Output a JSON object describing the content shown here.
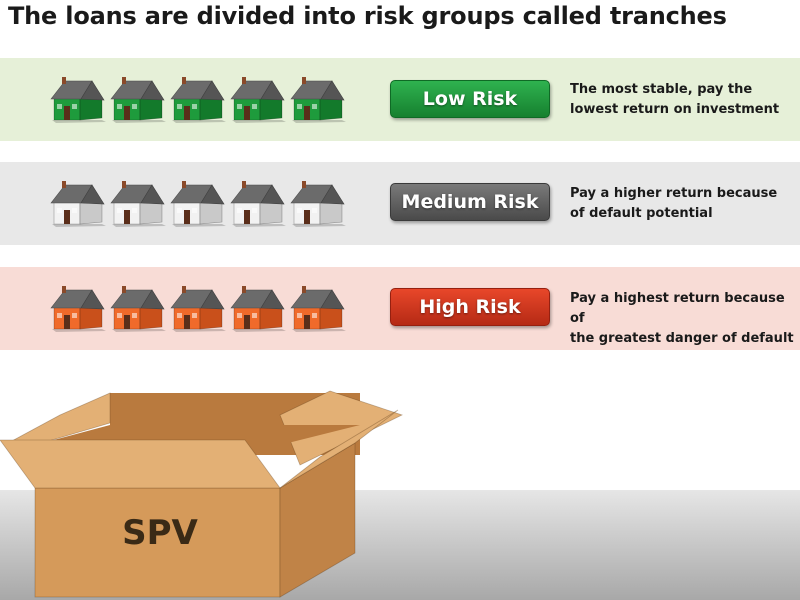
{
  "title": "The loans are divided into risk groups called tranches",
  "tranches": [
    {
      "label": "Low Risk",
      "description_line1": "The most stable, pay the",
      "description_line2": "lowest return on investment",
      "band_color": "#e6f0d8",
      "house_front": "#1e9b3c",
      "house_side": "#137a2b",
      "badge_top": "#2fb24f",
      "badge_bottom": "#16802f",
      "badge_border": "#0f6a25"
    },
    {
      "label": "Medium Risk",
      "description_line1": "Pay a higher return because",
      "description_line2": "of default potential",
      "band_color": "#e8e8e8",
      "house_front": "#f2f2f2",
      "house_side": "#c9c9c9",
      "badge_top": "#7a7a7a",
      "badge_bottom": "#4a4a4a",
      "badge_border": "#3a3a3a"
    },
    {
      "label": "High Risk",
      "description_line1": "Pay a highest return because of",
      "description_line2": "the greatest danger of default",
      "band_color": "#f8dcd6",
      "house_front": "#f06a2a",
      "house_side": "#c9501b",
      "badge_top": "#e8472a",
      "badge_bottom": "#b52a15",
      "badge_border": "#962010"
    }
  ],
  "box": {
    "label": "SPV",
    "color_front": "#d59a5a",
    "color_side": "#c08347",
    "color_inner": "#b97a3e",
    "color_flap": "#e3b075"
  },
  "icons": {
    "house": "house-icon",
    "box": "open-cardboard-box-icon"
  }
}
